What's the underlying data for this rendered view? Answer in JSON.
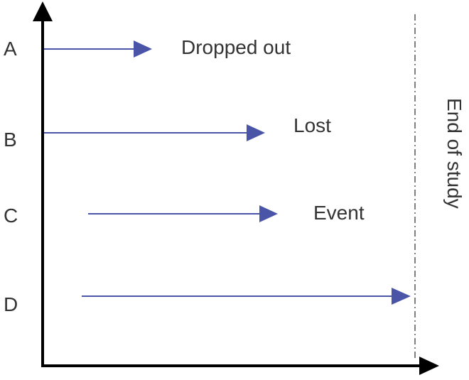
{
  "colors": {
    "axis": "#000000",
    "arrow": "#4a55a8",
    "end_line": "#555555",
    "text": "#333333"
  },
  "subjects": [
    {
      "label": "A",
      "outcome": "Dropped out"
    },
    {
      "label": "B",
      "outcome": "Lost"
    },
    {
      "label": "C",
      "outcome": "Event"
    },
    {
      "label": "D",
      "outcome": ""
    }
  ],
  "end_marker": {
    "label": "End of study"
  }
}
